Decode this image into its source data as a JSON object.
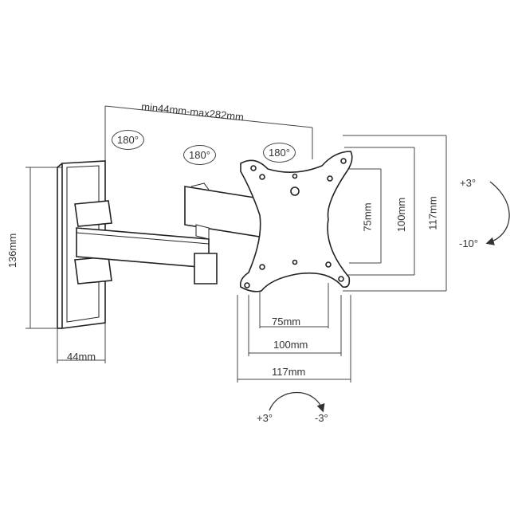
{
  "arm_extension": "min44mm-max282mm",
  "wall_plate_height": "136mm",
  "wall_plate_depth": "44mm",
  "rotation_badges": [
    "180°",
    "180°",
    "180°"
  ],
  "vesa_horizontal": [
    "75mm",
    "100mm",
    "117mm"
  ],
  "vesa_vertical": [
    "75mm",
    "100mm",
    "117mm"
  ],
  "tilt": {
    "up": "+3°",
    "down": "-10°"
  },
  "swivel": {
    "left": "+3°",
    "right": "-3°"
  },
  "line_color": "#333333"
}
